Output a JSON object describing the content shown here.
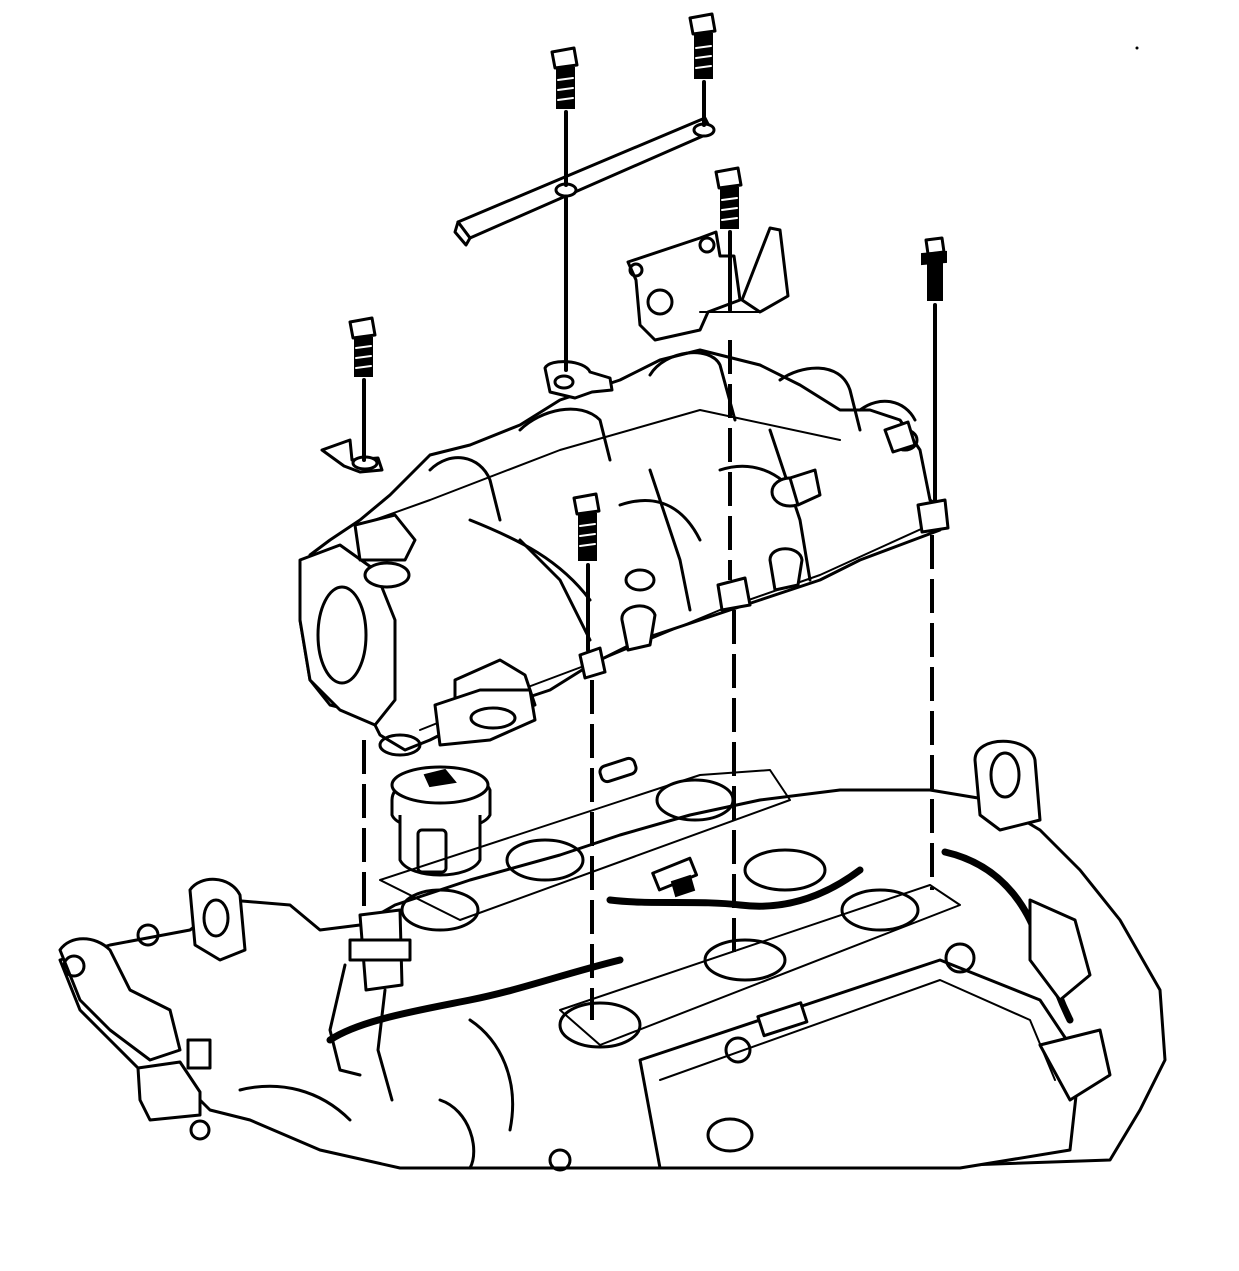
{
  "diagram": {
    "subject": "intake-manifold-installation",
    "colors": {
      "ink": "#000000",
      "paper": "#ffffff"
    },
    "fasteners": [
      {
        "id": "bolt-left"
      },
      {
        "id": "bolt-top-center"
      },
      {
        "id": "bolt-top-right"
      },
      {
        "id": "bolt-bracket"
      },
      {
        "id": "stud-right"
      },
      {
        "id": "bolt-front-center"
      }
    ],
    "parts": [
      "fuel-rail-bracket",
      "throttle-cable-bracket",
      "upper-intake-manifold",
      "lower-engine-assembly"
    ]
  }
}
